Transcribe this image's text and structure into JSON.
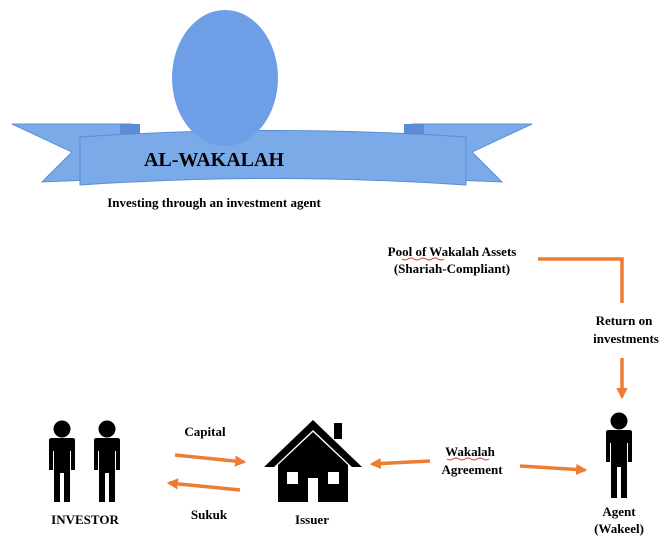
{
  "banner": {
    "title": "AL-WAKALAH",
    "subtitle": "Investing through an investment agent",
    "ribbon_color": "#7aaae8",
    "ribbon_dark_color": "#5b8dd6",
    "oval_color": "#6e9fe6"
  },
  "pool": {
    "line1": "Pool of Wakalah Assets",
    "line2": "(Shariah-Compliant)"
  },
  "return_label": {
    "line1": "Return on",
    "line2": "investments"
  },
  "flows": {
    "capital": "Capital",
    "sukuk": "Sukuk",
    "agreement_line1": "Wakalah",
    "agreement_line2": "Agreement"
  },
  "actors": {
    "investor": "INVESTOR",
    "issuer": "Issuer",
    "agent_line1": "Agent",
    "agent_line2": "(Wakeel)"
  },
  "colors": {
    "arrow": "#ed7d31",
    "icon": "#000000"
  },
  "icons": {
    "investor": "people-icon",
    "issuer": "house-icon",
    "agent": "person-icon"
  }
}
